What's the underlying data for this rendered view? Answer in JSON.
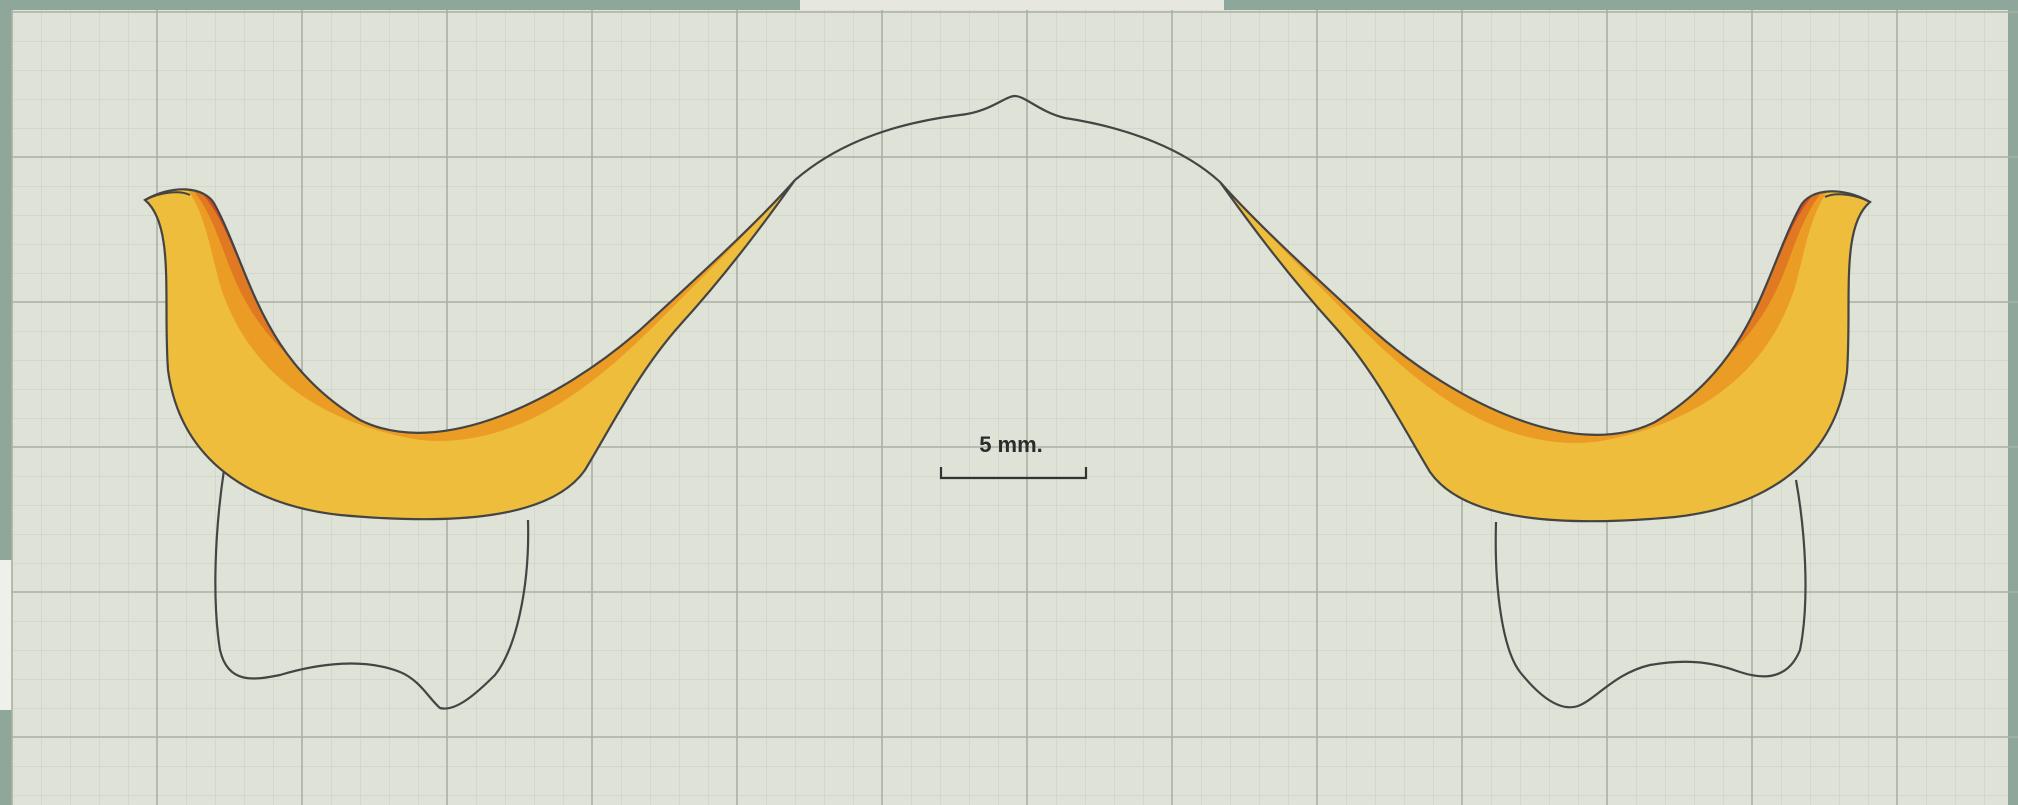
{
  "scale_bar": {
    "label": "5 mm.",
    "value_mm": 5
  },
  "colors": {
    "background_frame": "#8fa69a",
    "paper": "#dfe2d6",
    "grid_minor": "#c9cec2",
    "grid_major": "#a9aea3",
    "outline": "#444444",
    "layer_yellow": "#efbd3c",
    "layer_light_orange": "#eb9c24",
    "layer_orange": "#e17822",
    "layer_red_orange": "#cf4d22",
    "layer_dark_red": "#962a24"
  },
  "icons": {
    "left_shape": "left-horn-arch-outline",
    "right_shape": "right-horn-arch-outline"
  }
}
